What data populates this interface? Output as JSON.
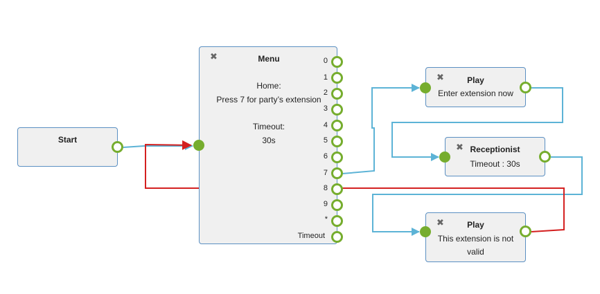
{
  "nodes": {
    "start": {
      "title": "Start"
    },
    "menu": {
      "title": "Menu",
      "lines": [
        "Home:",
        "Press 7 for party’s extension",
        "",
        "Timeout:",
        "30s"
      ],
      "outputs": [
        "0",
        "1",
        "2",
        "3",
        "4",
        "5",
        "6",
        "7",
        "8",
        "9",
        "*",
        "Timeout"
      ]
    },
    "play1": {
      "title": "Play",
      "text": "Enter extension now"
    },
    "receptionist": {
      "title": "Receptionist",
      "text": "Timeout : 30s"
    },
    "play2": {
      "title": "Play",
      "text_line1": "This extension is not",
      "text_line2": "valid"
    }
  },
  "icons": {
    "close": "✖"
  },
  "colors": {
    "wire_normal": "#5cb3d6",
    "wire_active": "#d42020",
    "port_green": "#76ad2e",
    "node_border": "#5a8fc2",
    "node_bg": "#f0f0f0"
  }
}
